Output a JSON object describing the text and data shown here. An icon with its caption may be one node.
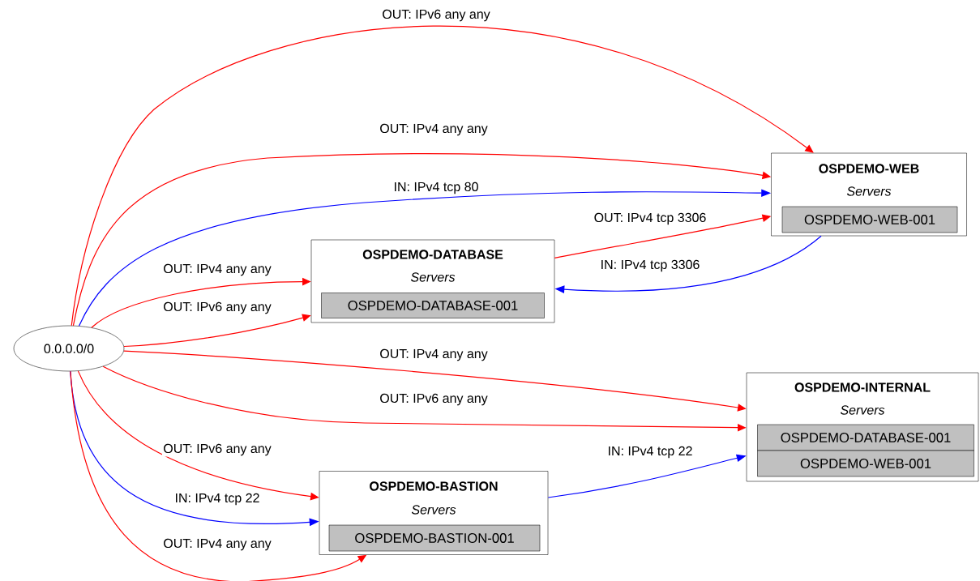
{
  "diagram": {
    "nodes": [
      {
        "text": [
          "OSPDEMO-WEB",
          "Servers"
        ]
      },
      {
        "text": [
          "OSPDEMO-WEB-001"
        ],
        "in": 0
      },
      {
        "text": [
          "OSPDEMO-DATABASE",
          "Servers"
        ]
      },
      {
        "text": [
          "OSPDEMO-DATABASE-001"
        ],
        "in": 2
      },
      {
        "text": [
          "0.0.0.0/0"
        ]
      },
      {
        "text": [
          "OSPDEMO-INTERNAL",
          "Servers"
        ]
      },
      {
        "text": [
          "OSPDEMO-DATABASE-001"
        ],
        "in": 5
      },
      {
        "text": [
          "OSPDEMO-WEB-001"
        ],
        "in": 5
      },
      {
        "text": [
          "OSPDEMO-BASTION",
          "Servers"
        ]
      },
      {
        "text": [
          "OSPDEMO-BASTION-001"
        ],
        "in": 8
      }
    ],
    "edges": [
      {
        "from": 4,
        "to": 0,
        "arrow": "to",
        "label": "OUT: IPv6 any any"
      },
      {
        "from": 4,
        "to": 0,
        "arrow": "to",
        "label": "OUT: IPv4 any any"
      },
      {
        "from": 4,
        "to": 0,
        "arrow": "to",
        "label": "IN: IPv4 tcp 80",
        "color": "#0000ff"
      },
      {
        "from": 2,
        "to": 0,
        "arrow": "to",
        "label": "OUT: IPv4 tcp 3306"
      },
      {
        "from": 0,
        "to": 2,
        "arrow": "to",
        "label": "IN: IPv4 tcp 3306",
        "color": "#0000ff"
      },
      {
        "from": 4,
        "to": 2,
        "arrow": "to",
        "label": "OUT: IPv4 any any"
      },
      {
        "from": 4,
        "to": 2,
        "arrow": "to",
        "label": "OUT: IPv6 any any"
      },
      {
        "from": 4,
        "to": 5,
        "arrow": "to",
        "label": "OUT: IPv4 any any"
      },
      {
        "from": 4,
        "to": 5,
        "arrow": "to",
        "label": "OUT: IPv6 any any"
      },
      {
        "from": 4,
        "to": 8,
        "arrow": "to",
        "label": "OUT: IPv6 any any"
      },
      {
        "from": 4,
        "to": 8,
        "arrow": "to",
        "label": "IN: IPv4 tcp 22",
        "color": "#0000ff"
      },
      {
        "from": 4,
        "to": 8,
        "arrow": "to",
        "label": "OUT: IPv4 any any"
      },
      {
        "from": 8,
        "to": 5,
        "arrow": "to",
        "label": "IN: IPv4 tcp 22",
        "color": "#0000ff"
      }
    ]
  }
}
